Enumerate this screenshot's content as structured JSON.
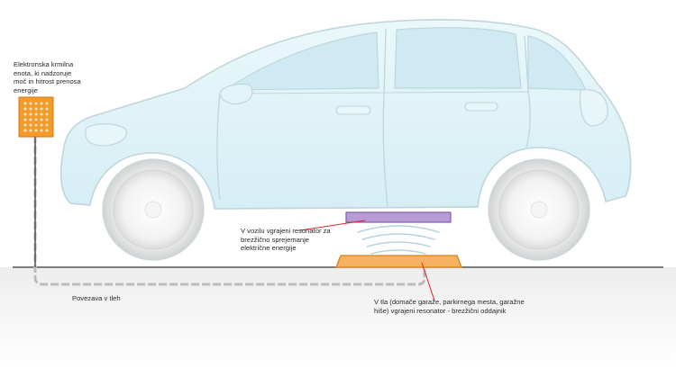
{
  "labels": {
    "control_unit": "Elektronska krmilna\nenota, ki nadzoruje\nmoč in hitrost prenosa\nenergije",
    "vehicle_resonator": "V vozilu vgrajeni resonator za\nbrezžično sprejemanje\nelektrične energije",
    "ground_resonator": "V tla (domače garaže, parkirnega mesta, garažne\nhiše) vgrajeni resonator - brezžični oddajnik",
    "ground_connection": "Povezava v tleh"
  },
  "colors": {
    "car_body": "#ddf3f8",
    "car_outline": "#c4d8df",
    "control_box": "#f39a2b",
    "ground_pad": "#f6b163",
    "vehicle_pad": "#b79ad6",
    "pointer_line": "#d9262c",
    "ground_line": "#333333",
    "waves": "#b7d3df"
  }
}
